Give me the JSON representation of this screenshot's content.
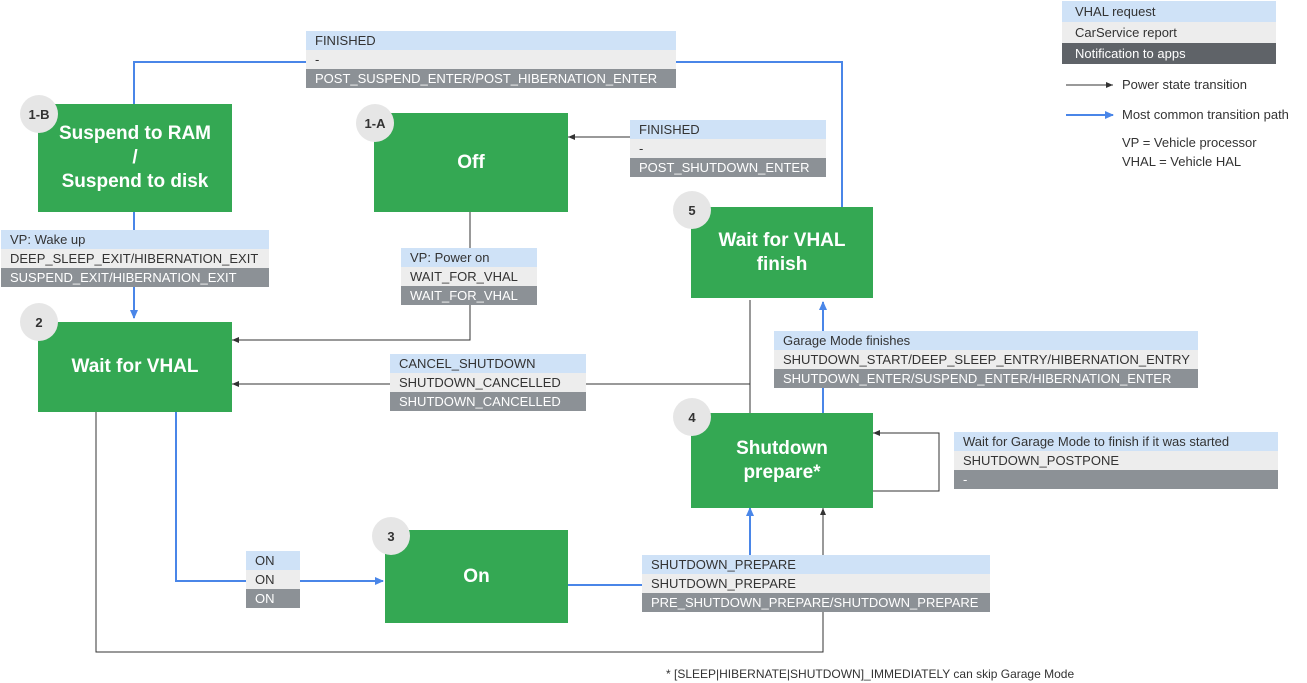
{
  "colors": {
    "state_fill": "#34a853",
    "vhal_request": "#cfe2f7",
    "carservice_report": "#ededed",
    "notification": "#8c9196",
    "common_path": "#4a86e8",
    "transition": "#333333"
  },
  "states": {
    "s1b": {
      "badge": "1-B",
      "title": "Suspend to RAM\n/\nSuspend to disk"
    },
    "s1a": {
      "badge": "1-A",
      "title": "Off"
    },
    "s2": {
      "badge": "2",
      "title": "Wait for VHAL"
    },
    "s3": {
      "badge": "3",
      "title": "On"
    },
    "s4": {
      "badge": "4",
      "title": "Shutdown\nprepare*"
    },
    "s5": {
      "badge": "5",
      "title": "Wait for VHAL\nfinish"
    }
  },
  "labels": {
    "top_finished": [
      "FINISHED",
      "-",
      "POST_SUSPEND_ENTER/POST_HIBERNATION_ENTER"
    ],
    "off_finished": [
      "FINISHED",
      "-",
      "POST_SHUTDOWN_ENTER"
    ],
    "wakeup": [
      "VP: Wake up",
      "DEEP_SLEEP_EXIT/HIBERNATION_EXIT",
      "SUSPEND_EXIT/HIBERNATION_EXIT"
    ],
    "poweron": [
      "VP: Power on",
      "WAIT_FOR_VHAL",
      "WAIT_FOR_VHAL"
    ],
    "cancel": [
      "CANCEL_SHUTDOWN",
      "SHUTDOWN_CANCELLED",
      "SHUTDOWN_CANCELLED"
    ],
    "garage": [
      "Garage Mode finishes",
      "SHUTDOWN_START/DEEP_SLEEP_ENTRY/HIBERNATION_ENTRY",
      "SHUTDOWN_ENTER/SUSPEND_ENTER/HIBERNATION_ENTER"
    ],
    "postpone": [
      "Wait for Garage Mode to finish if it was started",
      "SHUTDOWN_POSTPONE",
      "-"
    ],
    "on": [
      "ON",
      "ON",
      "ON"
    ],
    "prepare": [
      "SHUTDOWN_PREPARE",
      "SHUTDOWN_PREPARE",
      "PRE_SHUTDOWN_PREPARE/SHUTDOWN_PREPARE"
    ]
  },
  "legend": {
    "vhal_request": "VHAL request",
    "carservice_report": "CarService report",
    "notification": "Notification to apps",
    "power_transition": "Power state transition",
    "common_path": "Most common transition path",
    "vp": "VP = Vehicle processor",
    "vhal": "VHAL = Vehicle HAL"
  },
  "footnote": "* [SLEEP|HIBERNATE|SHUTDOWN]_IMMEDIATELY can skip Garage Mode"
}
